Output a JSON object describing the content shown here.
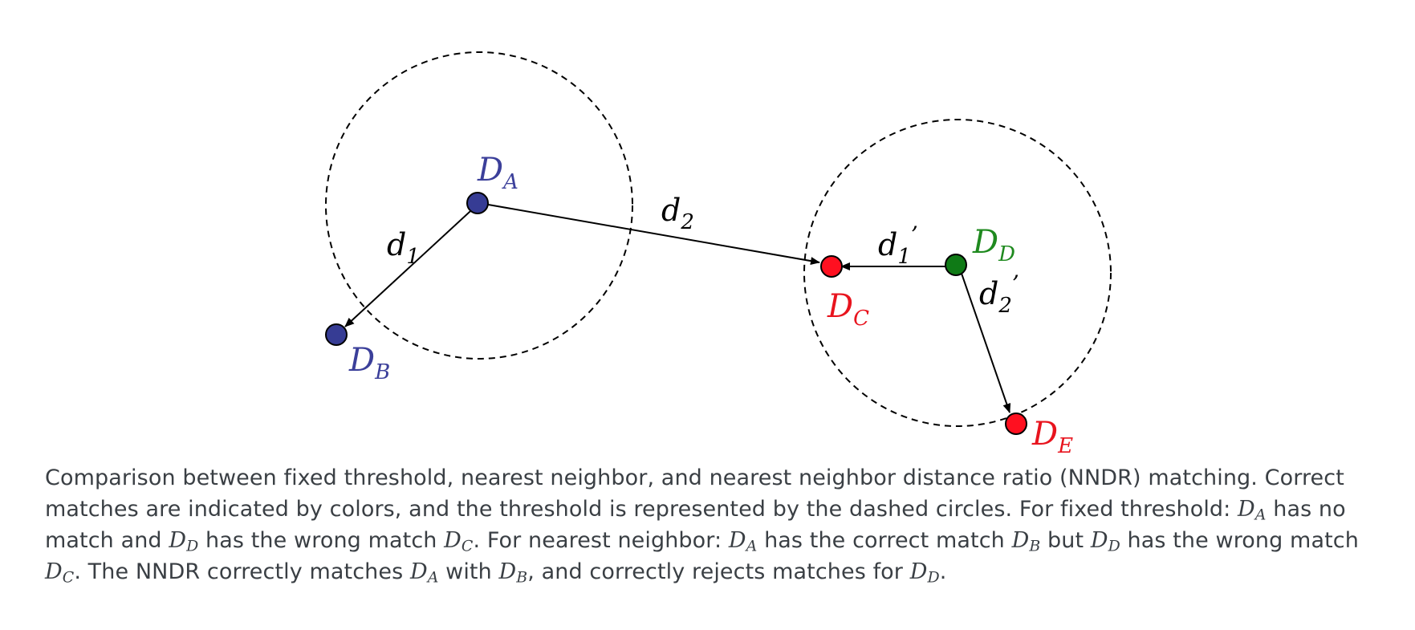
{
  "diagram": {
    "labels": {
      "DA": {
        "base": "D",
        "sub": "A"
      },
      "DB": {
        "base": "D",
        "sub": "B"
      },
      "DC": {
        "base": "D",
        "sub": "C"
      },
      "DD": {
        "base": "D",
        "sub": "D"
      },
      "DE": {
        "base": "D",
        "sub": "E"
      },
      "d1": {
        "base": "d",
        "sub": "1",
        "prime": ""
      },
      "d2": {
        "base": "d",
        "sub": "2",
        "prime": ""
      },
      "d1p": {
        "base": "d",
        "sub": "1",
        "prime": "’"
      },
      "d2p": {
        "base": "d",
        "sub": "2",
        "prime": "’"
      }
    },
    "colors": {
      "blue": "#363c94",
      "red": "#ff1020",
      "green": "#0f7a16",
      "black": "#000000",
      "label_blue": "#3b3f9a",
      "label_red": "#e8141e",
      "label_green": "#1f8a1f"
    }
  },
  "caption": {
    "t1": "Comparison between fixed threshold, nearest neighbor, and nearest neighbor distance ratio (NNDR) matching. Correct matches are indicated by colors, and the threshold is represented by the dashed circles. For fixed threshold: ",
    "t2": " has no match and ",
    "t3": " has the wrong match ",
    "t4": ". For nearest neighbor: ",
    "t5": " has the correct match ",
    "t6": " but ",
    "t7": " has the wrong match ",
    "t8": ". The NNDR correctly matches ",
    "t9": " with ",
    "t10": ", and correctly rejects matches for ",
    "t11": ".",
    "D": "D",
    "A": "A",
    "B": "B",
    "C": "C",
    "Dsub": "D"
  }
}
